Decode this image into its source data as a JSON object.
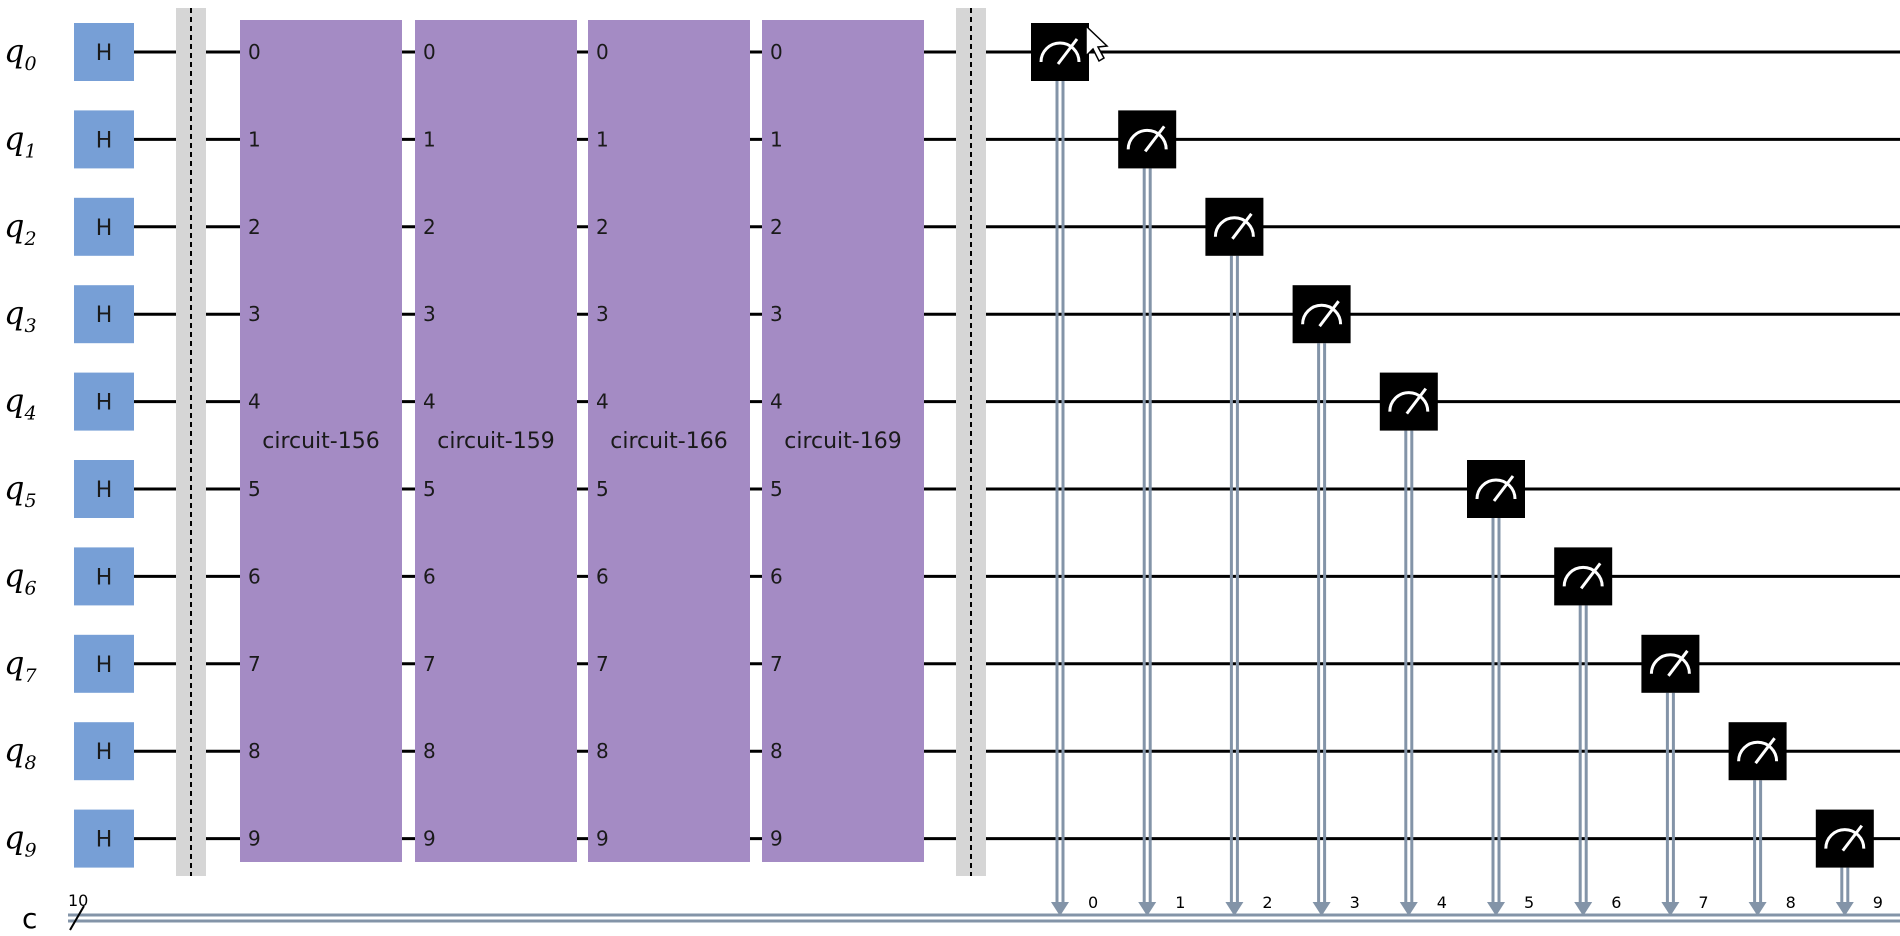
{
  "qubits": [
    {
      "name": "q",
      "index": "0"
    },
    {
      "name": "q",
      "index": "1"
    },
    {
      "name": "q",
      "index": "2"
    },
    {
      "name": "q",
      "index": "3"
    },
    {
      "name": "q",
      "index": "4"
    },
    {
      "name": "q",
      "index": "5"
    },
    {
      "name": "q",
      "index": "6"
    },
    {
      "name": "q",
      "index": "7"
    },
    {
      "name": "q",
      "index": "8"
    },
    {
      "name": "q",
      "index": "9"
    }
  ],
  "classical_register": {
    "name": "c",
    "size": "10"
  },
  "hadamard_label": "H",
  "blocks": [
    {
      "label": "circuit-156",
      "pins": [
        "0",
        "1",
        "2",
        "3",
        "4",
        "5",
        "6",
        "7",
        "8",
        "9"
      ]
    },
    {
      "label": "circuit-159",
      "pins": [
        "0",
        "1",
        "2",
        "3",
        "4",
        "5",
        "6",
        "7",
        "8",
        "9"
      ]
    },
    {
      "label": "circuit-166",
      "pins": [
        "0",
        "1",
        "2",
        "3",
        "4",
        "5",
        "6",
        "7",
        "8",
        "9"
      ]
    },
    {
      "label": "circuit-169",
      "pins": [
        "0",
        "1",
        "2",
        "3",
        "4",
        "5",
        "6",
        "7",
        "8",
        "9"
      ]
    }
  ],
  "measurements": [
    {
      "qubit": 0,
      "cbit": "0"
    },
    {
      "qubit": 1,
      "cbit": "1"
    },
    {
      "qubit": 2,
      "cbit": "2"
    },
    {
      "qubit": 3,
      "cbit": "3"
    },
    {
      "qubit": 4,
      "cbit": "4"
    },
    {
      "qubit": 5,
      "cbit": "5"
    },
    {
      "qubit": 6,
      "cbit": "6"
    },
    {
      "qubit": 7,
      "cbit": "7"
    },
    {
      "qubit": 8,
      "cbit": "8"
    },
    {
      "qubit": 9,
      "cbit": "9"
    }
  ],
  "colors": {
    "wire": "#000000",
    "hadamard": "#779fd6",
    "block": "#a48bc4",
    "barrier": "#d6d6d6",
    "measure": "#000000",
    "classical": "#8394a8"
  }
}
